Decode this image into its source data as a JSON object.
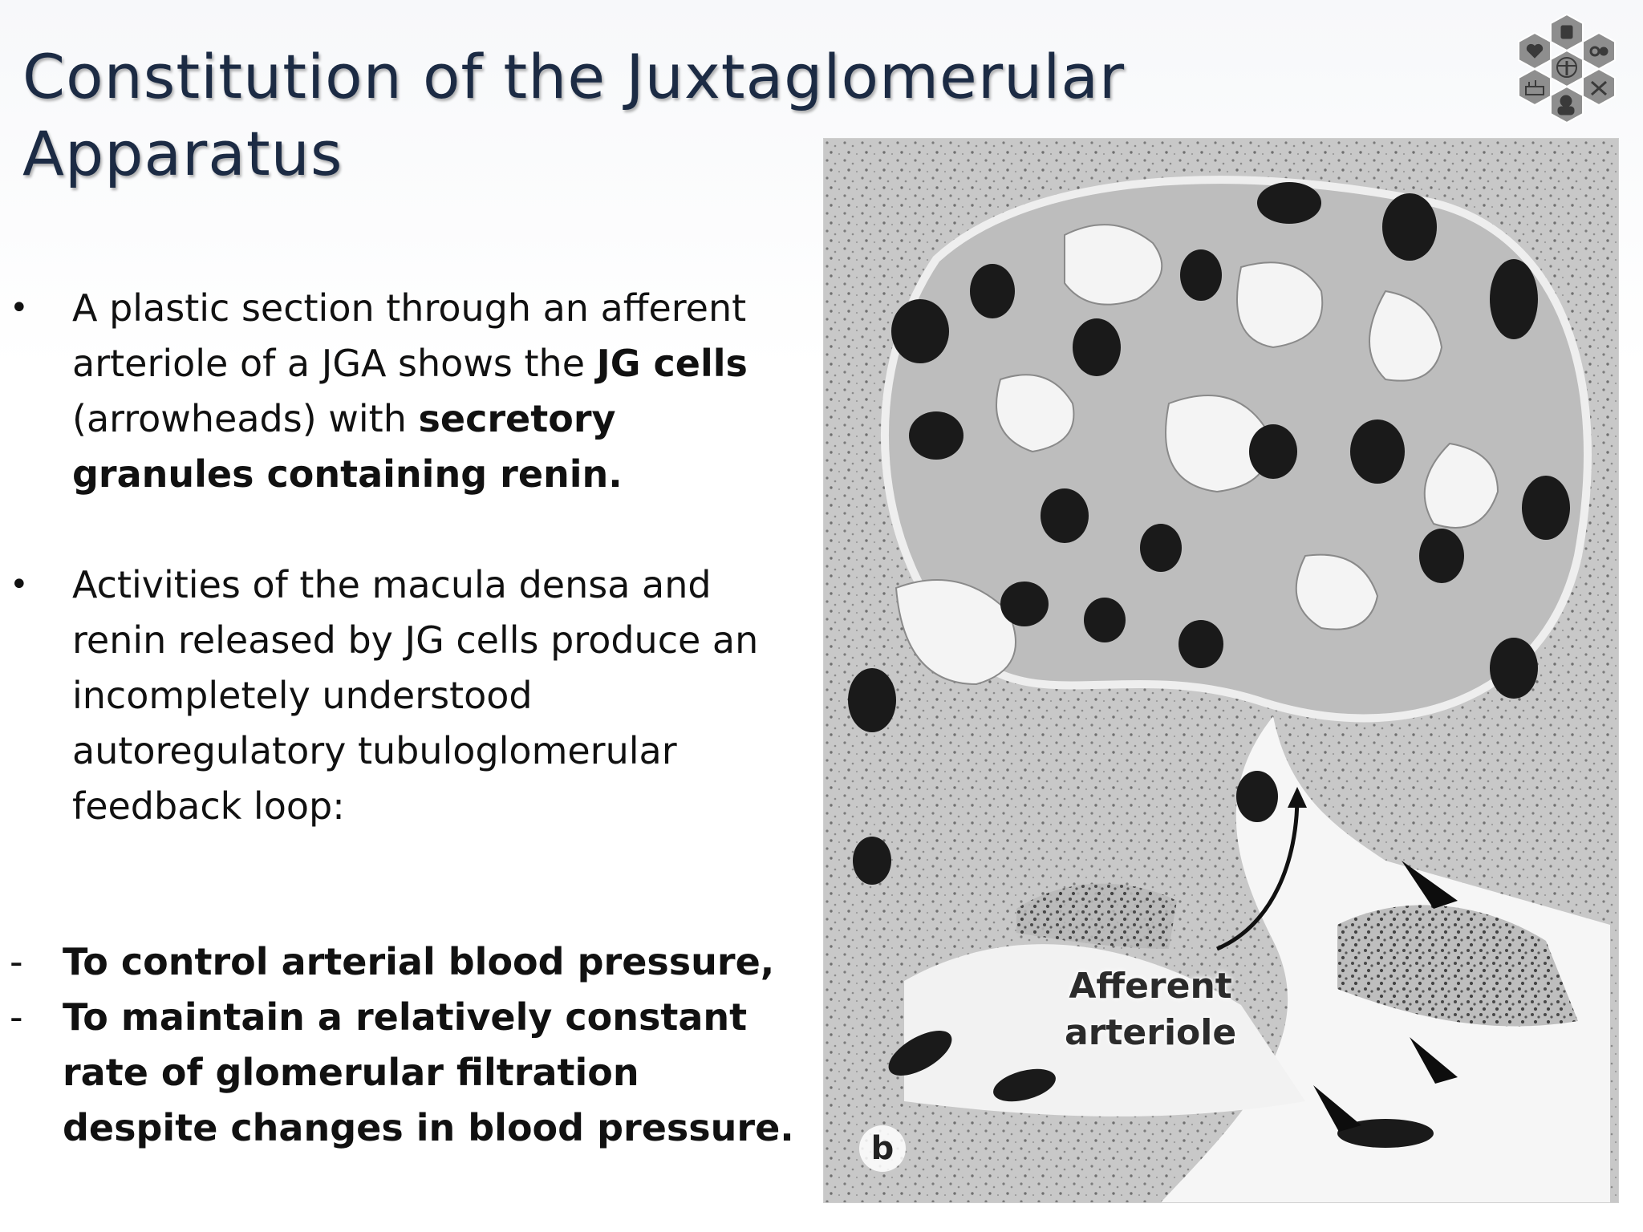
{
  "slide": {
    "title_line1": "Constitution of the Juxtaglomerular",
    "title_line2": "Apparatus",
    "bullets": [
      {
        "marker": "•",
        "t1": "A plastic section through an afferent arteriole of a JGA shows the ",
        "b1": "JG cells",
        "t2": " (arrowheads) with ",
        "b2": "secretory granules containing renin."
      },
      {
        "marker": "•",
        "text": "Activities of the macula densa and renin released by JG cells  produce an incompletely understood autoregulatory tubuloglomerular feedback loop:"
      }
    ],
    "dash_items": [
      {
        "marker": "-",
        "text": "To control arterial blood pressure,"
      },
      {
        "marker": "-",
        "text": "To maintain a relatively constant rate of glomerular filtration despite changes in blood pressure."
      }
    ]
  },
  "micrograph": {
    "label_panel": "b",
    "label_line1": "Afferent",
    "label_line2": "arteriole"
  },
  "logo": {
    "icons": [
      "heart-icon",
      "bottle-icon",
      "vitruvian-man-icon",
      "pills-icon",
      "lab-icon",
      "dna-icon",
      "head-icon"
    ]
  }
}
